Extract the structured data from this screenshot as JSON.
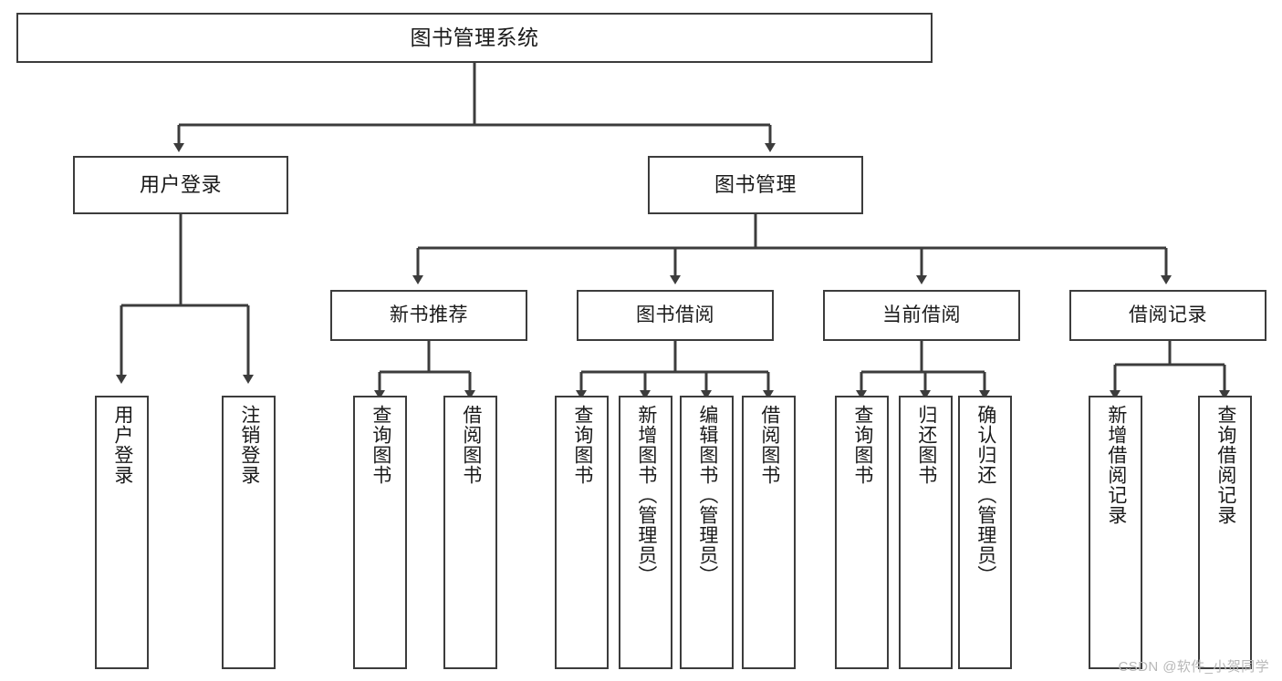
{
  "diagram": {
    "type": "tree",
    "title": "图书管理系统",
    "orientation": "top-down",
    "colors": {
      "stroke": "#3c3c3c",
      "fill": "#ffffff",
      "text": "#1a1a1a",
      "watermark": "#b8b8b8"
    },
    "nodes": {
      "root": {
        "label": "图书管理系统",
        "level": 1
      },
      "l2": [
        {
          "id": "user-login",
          "label": "用户登录",
          "level": 2
        },
        {
          "id": "book-manage",
          "label": "图书管理",
          "level": 2
        }
      ],
      "l3": [
        {
          "id": "new-book-recommend",
          "label": "新书推荐",
          "level": 3,
          "parent": "book-manage"
        },
        {
          "id": "book-borrow",
          "label": "图书借阅",
          "level": 3,
          "parent": "book-manage"
        },
        {
          "id": "current-borrow",
          "label": "当前借阅",
          "level": 3,
          "parent": "book-manage"
        },
        {
          "id": "borrow-record",
          "label": "借阅记录",
          "level": 3,
          "parent": "book-manage"
        }
      ],
      "leaves": [
        {
          "id": "leaf-user-login",
          "label": "用户登录",
          "parent": "user-login"
        },
        {
          "id": "leaf-user-logout",
          "label": "注销登录",
          "parent": "user-login"
        },
        {
          "id": "leaf-query-book-1",
          "label": "查询图书",
          "parent": "new-book-recommend"
        },
        {
          "id": "leaf-borrow-book-1",
          "label": "借阅图书",
          "parent": "new-book-recommend"
        },
        {
          "id": "leaf-query-book-2",
          "label": "查询图书",
          "parent": "book-borrow"
        },
        {
          "id": "leaf-add-book",
          "label": "新增图书（管理员）",
          "parent": "book-borrow"
        },
        {
          "id": "leaf-edit-book",
          "label": "编辑图书（管理员）",
          "parent": "book-borrow"
        },
        {
          "id": "leaf-borrow-book-2",
          "label": "借阅图书",
          "parent": "book-borrow"
        },
        {
          "id": "leaf-query-book-3",
          "label": "查询图书",
          "parent": "current-borrow"
        },
        {
          "id": "leaf-return-book",
          "label": "归还图书",
          "parent": "current-borrow"
        },
        {
          "id": "leaf-confirm-return",
          "label": "确认归还（管理员）",
          "parent": "current-borrow"
        },
        {
          "id": "leaf-add-record",
          "label": "新增借阅记录",
          "parent": "borrow-record"
        },
        {
          "id": "leaf-query-record",
          "label": "查询借阅记录",
          "parent": "borrow-record"
        }
      ]
    },
    "watermark": "CSDN @软件_小贺同学"
  }
}
